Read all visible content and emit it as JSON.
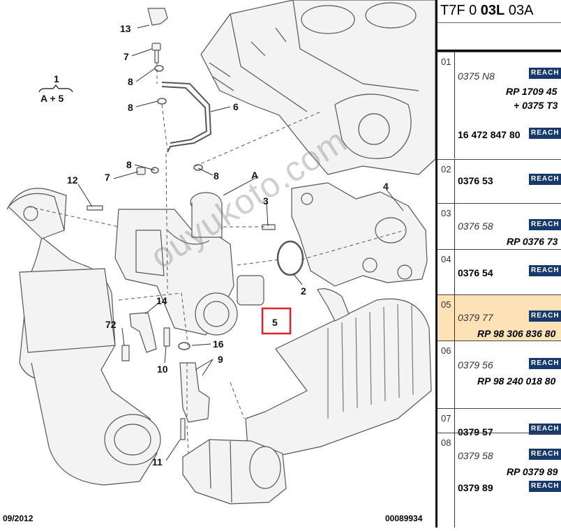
{
  "header": {
    "prefix": "T7F 0 ",
    "bold": "03L",
    "suffix": " 03A"
  },
  "footer": {
    "date": "09/2012",
    "ref": "00089934"
  },
  "watermark": "ouyukoto.com",
  "callouts": {
    "c13": "13",
    "c7a": "7",
    "c8a": "8",
    "c8b": "8",
    "c6": "6",
    "c1": "1",
    "c1sub": "A + 5",
    "c8c": "8",
    "c7b": "7",
    "c8d": "8",
    "cA": "A",
    "c12": "12",
    "c3": "3",
    "c4": "4",
    "c2": "2",
    "c5": "5",
    "c14": "14",
    "c72": "72",
    "c10": "10",
    "c16": "16",
    "c9": "9",
    "c11": "11"
  },
  "rows": [
    {
      "num": "01",
      "lines": [
        {
          "t": "0375 N8",
          "s": "it"
        },
        {
          "t": "RP 1709 45",
          "s": "bi"
        },
        {
          "t": "+ 0375 T3",
          "s": "bi"
        },
        {
          "t": "16 472 847 80",
          "s": "bd"
        }
      ]
    },
    {
      "num": "02",
      "lines": [
        {
          "t": "0376 53",
          "s": "bd"
        }
      ]
    },
    {
      "num": "03",
      "lines": [
        {
          "t": "0376 58",
          "s": "it"
        },
        {
          "t": "RP 0376 73",
          "s": "bi"
        }
      ]
    },
    {
      "num": "04",
      "lines": [
        {
          "t": "0376 54",
          "s": "bd"
        }
      ]
    },
    {
      "num": "05",
      "lines": [
        {
          "t": "0379 77",
          "s": "it"
        },
        {
          "t": "RP 98 306 836 80",
          "s": "bi"
        }
      ]
    },
    {
      "num": "06",
      "lines": [
        {
          "t": "0379 56",
          "s": "it"
        },
        {
          "t": "RP 98 240 018 80",
          "s": "bi"
        }
      ]
    },
    {
      "num": "07",
      "lines": [
        {
          "t": "0379 57",
          "s": "bd"
        }
      ]
    },
    {
      "num": "08",
      "lines": [
        {
          "t": "0379 58",
          "s": "it"
        },
        {
          "t": "RP 0379 89",
          "s": "bi"
        },
        {
          "t": "0379 89",
          "s": "bd"
        }
      ]
    }
  ],
  "reach_label": "REACH",
  "colors": {
    "selected_row": "#fde2b8",
    "reach_badge": "#163a6e",
    "highlight_box": "#e0202a"
  }
}
